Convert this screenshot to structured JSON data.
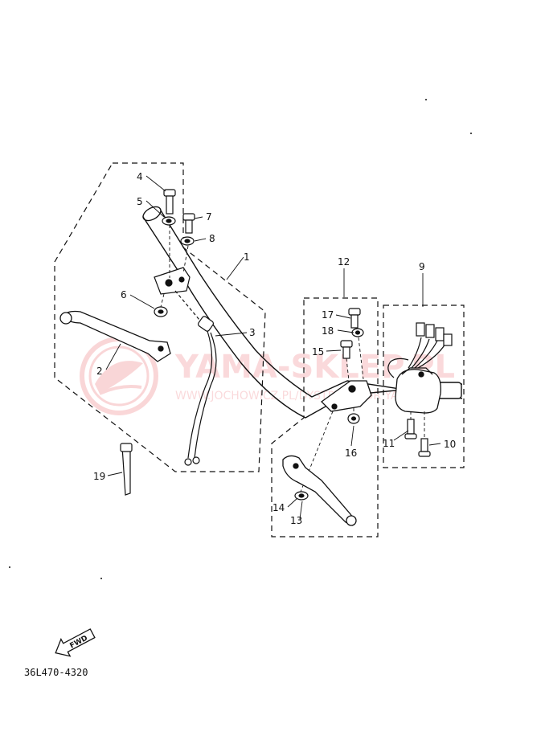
{
  "diagram": {
    "part_code": "36L470-4320",
    "fwd_label": "FWD",
    "callouts": [
      "1",
      "2",
      "3",
      "4",
      "5",
      "6",
      "7",
      "8",
      "9",
      "10",
      "11",
      "12",
      "13",
      "14",
      "15",
      "16",
      "17",
      "18",
      "19"
    ],
    "watermark": {
      "title": "YAMA-SKLEP.PL",
      "subtitle": "WWW.JOCHOWICZ.PL/DYSTRYBUTOR YAMAHA",
      "color": "#e8484f"
    }
  }
}
